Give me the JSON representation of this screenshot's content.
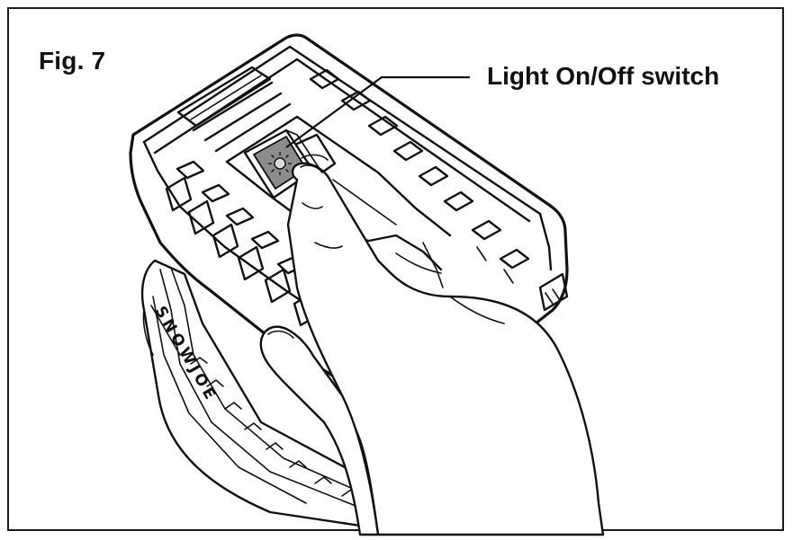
{
  "figure": {
    "label": "Fig. 7",
    "callout": "Light On/Off switch",
    "battery_brand_text": "SNOWJOE"
  },
  "icons": {
    "switch": "sun-light-icon"
  },
  "colors": {
    "line": "#111111",
    "switch_fill": "#8c8c8c",
    "background": "#ffffff"
  }
}
